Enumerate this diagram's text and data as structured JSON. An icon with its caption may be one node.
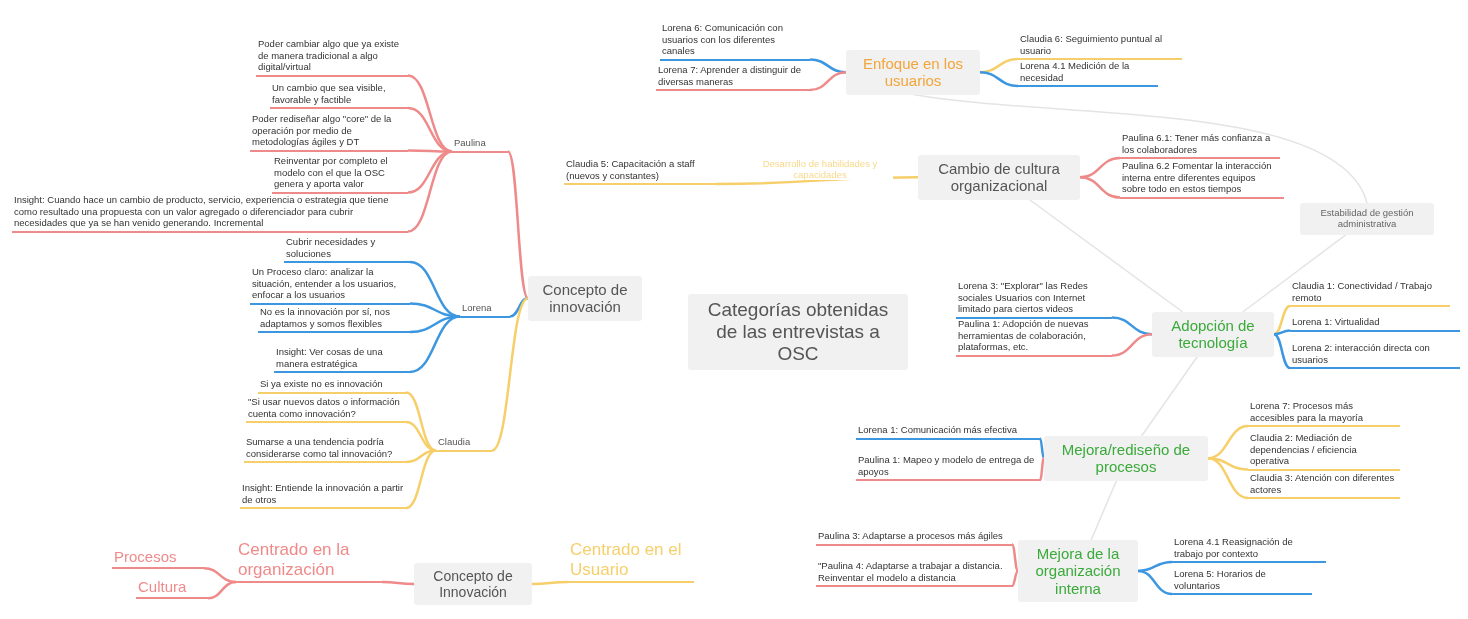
{
  "diagram": {
    "nodes": [
      {
        "text": [
          "Categorías obtenidas de las entrevistas a OSC"
        ]
      },
      {
        "text": [
          "Concepto de innovación"
        ]
      },
      {
        "text": [
          "Paulina"
        ]
      },
      {
        "text": [
          "Poder cambiar algo que ya existe de manera tradicional a algo digital/virtual"
        ]
      },
      {
        "text": [
          "Un cambio que sea visible, favorable y factible"
        ]
      },
      {
        "text": [
          "Poder rediseñar algo \"core\" de la operación por medio de metodologías ágiles y DT"
        ]
      },
      {
        "text": [
          "Reinventar por completo el modelo con el que la OSC genera y aporta valor"
        ]
      },
      {
        "text": [
          "Insight: Cuando hace un cambio de producto, servicio, experiencia o estrategia que tiene como resultado una propuesta con un valor agregado o diferenciador para cubrir necesidades que ya se han venido generando. Incremental"
        ]
      },
      {
        "text": [
          "Lorena"
        ]
      },
      {
        "text": [
          "Cubrir necesidades y soluciones"
        ]
      },
      {
        "text": [
          "Un Proceso claro: analizar la situación, entender a los usuarios, enfocar a los usuarios"
        ]
      },
      {
        "text": [
          "No es la innovación por sí, nos adaptamos y somos flexibles"
        ]
      },
      {
        "text": [
          "Insight: Ver cosas de una manera estratégica"
        ]
      },
      {
        "text": [
          "Claudia"
        ]
      },
      {
        "text": [
          "Si ya existe no es innovación"
        ]
      },
      {
        "text": [
          "\"Si usar nuevos datos o información cuenta como innovación?"
        ]
      },
      {
        "text": [
          "Sumarse a una tendencia podría considerarse como tal innovación?"
        ]
      },
      {
        "text": [
          "Insight: Entiende la innovación a partir de otros"
        ]
      },
      {
        "text": [
          "Enfoque en los usuarios"
        ]
      },
      {
        "text": [
          "Lorena 6: Comunicación con usuarios con los diferentes canales"
        ]
      },
      {
        "text": [
          "Lorena 7: Aprender a distinguir de diversas maneras"
        ]
      },
      {
        "text": [
          "Claudia 6: Seguimiento puntual al usuario"
        ]
      },
      {
        "text": [
          "Lorena 4.1 Medición de la necesidad"
        ]
      },
      {
        "text": [
          "Cambio de cultura organizacional"
        ]
      },
      {
        "text": [
          "Claudia 5: Capacitación a staff (nuevos y constantes)"
        ]
      },
      {
        "text": [
          "Paulina 6.1: Tener más confianza a los colaboradores"
        ]
      },
      {
        "text": [
          "Paulina 6.2 Fomentar la interacción interna entre diferentes equipos sobre todo en estos tiempos"
        ]
      },
      {
        "text": [
          "Estabilidad de gestión administrativa"
        ]
      },
      {
        "text": [
          "Adopción de tecnología"
        ]
      },
      {
        "text": [
          "Lorena 3: \"Explorar\" las Redes sociales Usuarios con Internet limitado para ciertos videos"
        ]
      },
      {
        "text": [
          "Paulina 1: Adopción de nuevas herramientas de colaboración, plataformas, etc."
        ]
      },
      {
        "text": [
          "Claudia 1: Conectividad / Trabajo remoto"
        ]
      },
      {
        "text": [
          "Lorena 1: Virtualidad"
        ]
      },
      {
        "text": [
          "Lorena 2: interacción directa con usuarios"
        ]
      },
      {
        "text": [
          "Mejora/rediseño de procesos"
        ]
      },
      {
        "text": [
          "Lorena 1: Comunicación más efectiva"
        ]
      },
      {
        "text": [
          "Paulina 1: Mapeo y modelo de entrega de apoyos"
        ]
      },
      {
        "text": [
          "Lorena 7: Procesos más accesibles para la mayoría"
        ]
      },
      {
        "text": [
          "Claudia 2: Mediación de dependencias / eficiencia operativa"
        ]
      },
      {
        "text": [
          "Claudia 3: Atención con diferentes actores"
        ]
      },
      {
        "text": [
          "Mejora de la organización interna"
        ]
      },
      {
        "text": [
          "Paulina 3: Adaptarse a procesos más ágiles"
        ]
      },
      {
        "text": [
          "\"Paulina 4: Adaptarse a trabajar a distancia. Reinventar el modelo a distancia"
        ]
      },
      {
        "text": [
          "Lorena 4.1 Reasignación de trabajo por contexto"
        ]
      },
      {
        "text": [
          "Lorena 5: Horarios de voluntarios"
        ]
      },
      {
        "text": [
          "Concepto de Innovación"
        ]
      },
      {
        "text": [
          "Centrado en la organización"
        ]
      },
      {
        "text": [
          "Procesos"
        ]
      },
      {
        "text": [
          "Cultura"
        ]
      },
      {
        "text": [
          "Centrado en el Usuario"
        ]
      }
    ],
    "edges": [
      {
        "from": 1,
        "to": 2,
        "arrow": "none",
        "color": "#ef8a8a"
      },
      {
        "from": 1,
        "to": 8,
        "arrow": "none",
        "color": "#3d97e0"
      },
      {
        "from": 1,
        "to": 13,
        "arrow": "none",
        "color": "#f7cf6a"
      },
      {
        "from": 2,
        "to": 3,
        "arrow": "none",
        "color": "#ef8a8a"
      },
      {
        "from": 2,
        "to": 4,
        "arrow": "none",
        "color": "#ef8a8a"
      },
      {
        "from": 2,
        "to": 5,
        "arrow": "none",
        "color": "#ef8a8a"
      },
      {
        "from": 2,
        "to": 6,
        "arrow": "none",
        "color": "#ef8a8a"
      },
      {
        "from": 2,
        "to": 7,
        "arrow": "none",
        "color": "#ef8a8a"
      },
      {
        "from": 8,
        "to": 9,
        "arrow": "none",
        "color": "#3d97e0"
      },
      {
        "from": 8,
        "to": 10,
        "arrow": "none",
        "color": "#3d97e0"
      },
      {
        "from": 8,
        "to": 11,
        "arrow": "none",
        "color": "#3d97e0"
      },
      {
        "from": 8,
        "to": 12,
        "arrow": "none",
        "color": "#3d97e0"
      },
      {
        "from": 13,
        "to": 14,
        "arrow": "none",
        "color": "#f7cf6a"
      },
      {
        "from": 13,
        "to": 15,
        "arrow": "none",
        "color": "#f7cf6a"
      },
      {
        "from": 13,
        "to": 16,
        "arrow": "none",
        "color": "#f7cf6a"
      },
      {
        "from": 13,
        "to": 17,
        "arrow": "none",
        "color": "#f7cf6a"
      },
      {
        "from": 18,
        "to": 19,
        "arrow": "none",
        "color": "#3d97e0"
      },
      {
        "from": 18,
        "to": 20,
        "arrow": "none",
        "color": "#ef8a8a"
      },
      {
        "from": 18,
        "to": 21,
        "arrow": "none",
        "color": "#f7cf6a"
      },
      {
        "from": 18,
        "to": 22,
        "arrow": "none",
        "color": "#3d97e0"
      },
      {
        "from": 23,
        "to": 24,
        "arrow": "none",
        "color": "#f7cf6a",
        "label": "Desarrollo de habilidades y capacidades"
      },
      {
        "from": 23,
        "to": 25,
        "arrow": "none",
        "color": "#ef8a8a"
      },
      {
        "from": 23,
        "to": 26,
        "arrow": "none",
        "color": "#ef8a8a"
      },
      {
        "from": 28,
        "to": 29,
        "arrow": "none",
        "color": "#3d97e0"
      },
      {
        "from": 28,
        "to": 30,
        "arrow": "none",
        "color": "#ef8a8a"
      },
      {
        "from": 28,
        "to": 31,
        "arrow": "none",
        "color": "#f7cf6a"
      },
      {
        "from": 28,
        "to": 32,
        "arrow": "none",
        "color": "#3d97e0"
      },
      {
        "from": 28,
        "to": 33,
        "arrow": "none",
        "color": "#3d97e0"
      },
      {
        "from": 34,
        "to": 35,
        "arrow": "none",
        "color": "#3d97e0"
      },
      {
        "from": 34,
        "to": 36,
        "arrow": "none",
        "color": "#ef8a8a"
      },
      {
        "from": 34,
        "to": 37,
        "arrow": "none",
        "color": "#f7cf6a"
      },
      {
        "from": 34,
        "to": 38,
        "arrow": "none",
        "color": "#f7cf6a"
      },
      {
        "from": 34,
        "to": 39,
        "arrow": "none",
        "color": "#f7cf6a"
      },
      {
        "from": 40,
        "to": 41,
        "arrow": "none",
        "color": "#ef8a8a"
      },
      {
        "from": 40,
        "to": 42,
        "arrow": "none",
        "color": "#ef8a8a"
      },
      {
        "from": 40,
        "to": 43,
        "arrow": "none",
        "color": "#3d97e0"
      },
      {
        "from": 40,
        "to": 44,
        "arrow": "none",
        "color": "#3d97e0"
      },
      {
        "from": 45,
        "to": 46,
        "arrow": "none",
        "color": "#ef8a8a"
      },
      {
        "from": 46,
        "to": 47,
        "arrow": "none",
        "color": "#ef8a8a"
      },
      {
        "from": 46,
        "to": 48,
        "arrow": "none",
        "color": "#ef8a8a"
      },
      {
        "from": 45,
        "to": 49,
        "arrow": "none",
        "color": "#f7cf6a"
      },
      {
        "from": 18,
        "to": 27,
        "arrow": "none"
      },
      {
        "from": 27,
        "to": 28,
        "arrow": "none"
      },
      {
        "from": 23,
        "to": 28,
        "arrow": "none"
      },
      {
        "from": 28,
        "to": 34,
        "arrow": "none"
      },
      {
        "from": 34,
        "to": 40,
        "arrow": "none"
      }
    ]
  }
}
